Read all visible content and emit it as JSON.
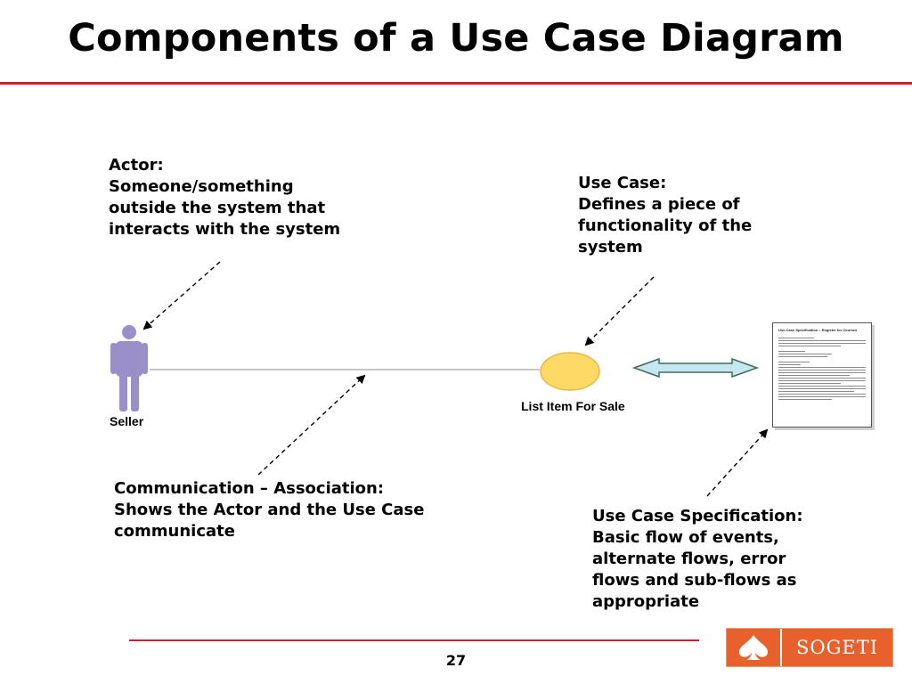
{
  "title": "Components of a Use Case Diagram",
  "callouts": {
    "actor": [
      "Actor:",
      "Someone/something",
      "outside the system that",
      "interacts with the system"
    ],
    "use_case": [
      "Use Case:",
      "Defines a piece of",
      "functionality of the",
      "system"
    ],
    "communication": [
      "Communication – Association:",
      "Shows the Actor and the Use Case",
      "communicate"
    ],
    "specification": [
      "Use Case Specification:",
      "Basic flow of events,",
      "alternate flows, error",
      "flows and sub-flows as",
      "appropriate"
    ]
  },
  "diagram": {
    "actor_label": "Seller",
    "use_case_label": "List Item For Sale",
    "actor_color": "#9b8fc9",
    "use_case_fill": "#ffd966",
    "arrow_fill": "#c6e6f2"
  },
  "spec_doc": {
    "title": "Use-Case Specification – Register for Courses"
  },
  "footer": {
    "page_number": "27",
    "logo_text": "SOGETI",
    "accent_color": "#d0202a",
    "logo_color": "#e8612c"
  }
}
